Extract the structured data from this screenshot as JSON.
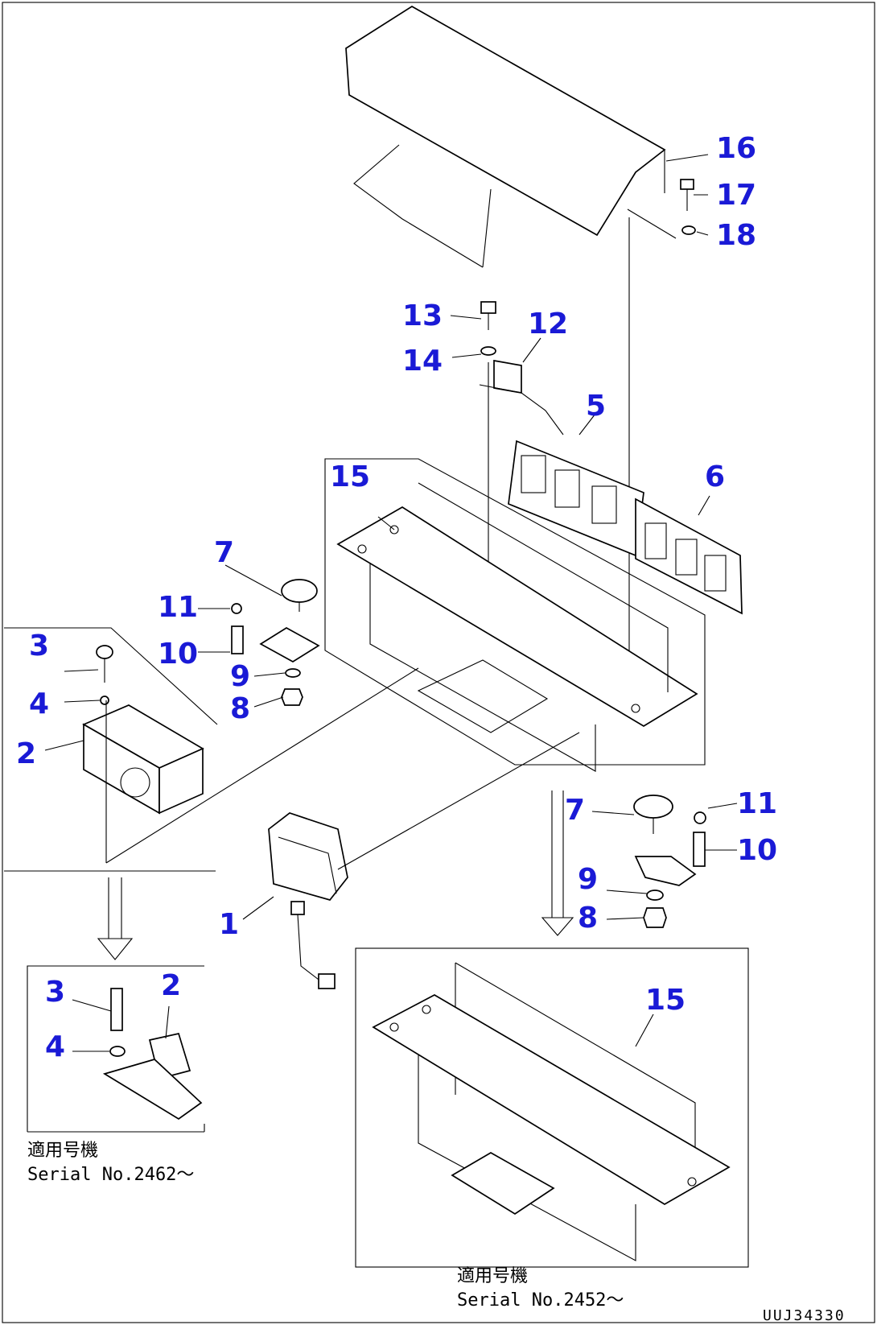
{
  "labels": {
    "p1": "1",
    "p2": "2",
    "p3": "3",
    "p4": "4",
    "p5": "5",
    "p6": "6",
    "p7": "7",
    "p8": "8",
    "p9": "9",
    "p10": "10",
    "p11": "11",
    "p12": "12",
    "p13": "13",
    "p14": "14",
    "p15": "15",
    "p16": "16",
    "p17": "17",
    "p18": "18",
    "inset_left_p2": "2",
    "inset_left_p3": "3",
    "inset_left_p4": "4",
    "inset_right_p7": "7",
    "inset_right_p8": "8",
    "inset_right_p9": "9",
    "inset_right_p10": "10",
    "inset_right_p11": "11",
    "inset_right_p15": "15"
  },
  "notes": {
    "left_applicable_jp": "適用号機",
    "left_serial": "Serial No.2462～",
    "right_applicable_jp": "適用号機",
    "right_serial": "Serial No.2452～"
  },
  "drawing_code": "UUJ34330",
  "colors": {
    "callout": "#1a1ad6",
    "line": "#000000"
  }
}
